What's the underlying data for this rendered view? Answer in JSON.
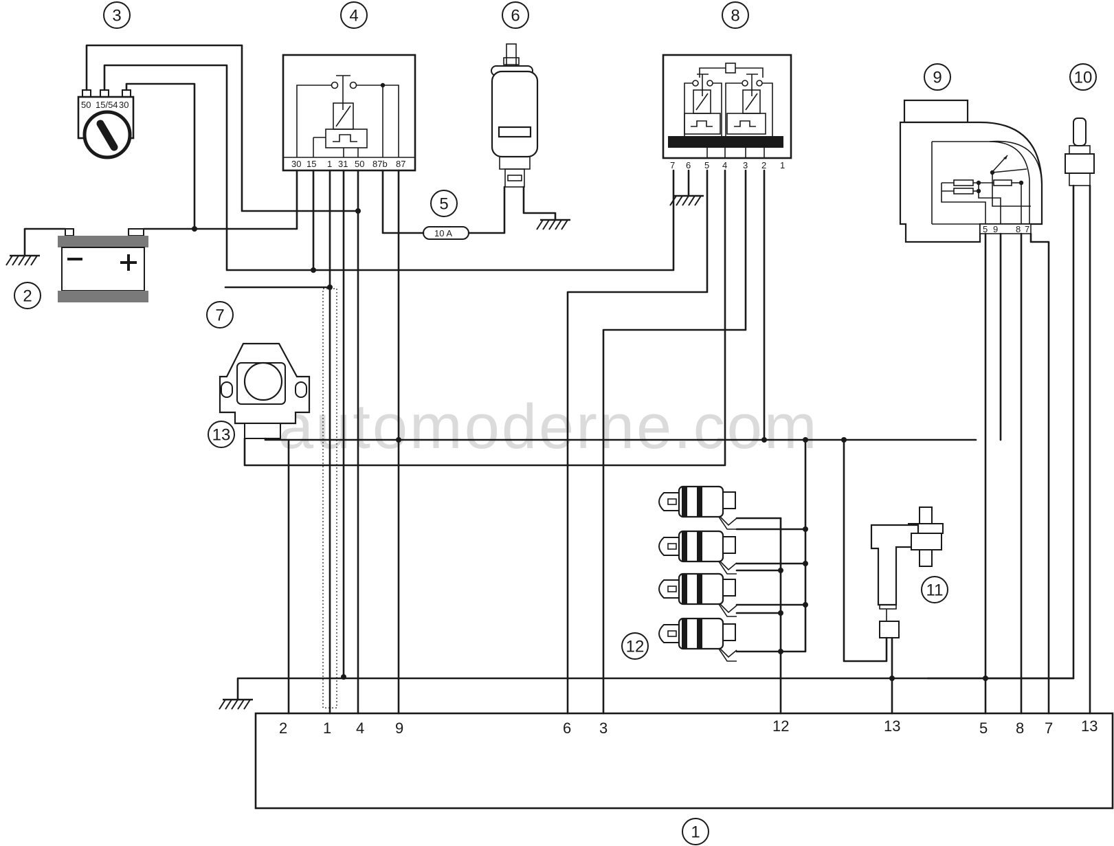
{
  "callouts": {
    "c1": "1",
    "c2": "2",
    "c3": "3",
    "c4": "4",
    "c5": "5",
    "c6": "6",
    "c7": "7",
    "c8": "8",
    "c9": "9",
    "c10": "10",
    "c11": "11",
    "c12": "12",
    "c13": "13"
  },
  "ignition_switch": {
    "pins": [
      "50",
      "15/54",
      "30"
    ]
  },
  "relay_4": {
    "pins": [
      "30",
      "15",
      "1",
      "31",
      "50",
      "87b",
      "87"
    ]
  },
  "fuse_5": {
    "label": "10 A"
  },
  "relay_8": {
    "pins": [
      "7",
      "6",
      "5",
      "4",
      "3",
      "2",
      "1"
    ]
  },
  "airflow_9": {
    "pins": [
      "5",
      "9",
      "8",
      "7"
    ]
  },
  "ecu_1": {
    "pins": [
      "2",
      "1",
      "4",
      "9",
      "6",
      "3",
      "12",
      "13",
      "5",
      "8",
      "7",
      "13"
    ]
  },
  "watermark": "automoderne.com",
  "colors": {
    "ink": "#1a1a1a",
    "battery_gray": "#7a7a7a",
    "watermark": "#cfcfcf"
  }
}
